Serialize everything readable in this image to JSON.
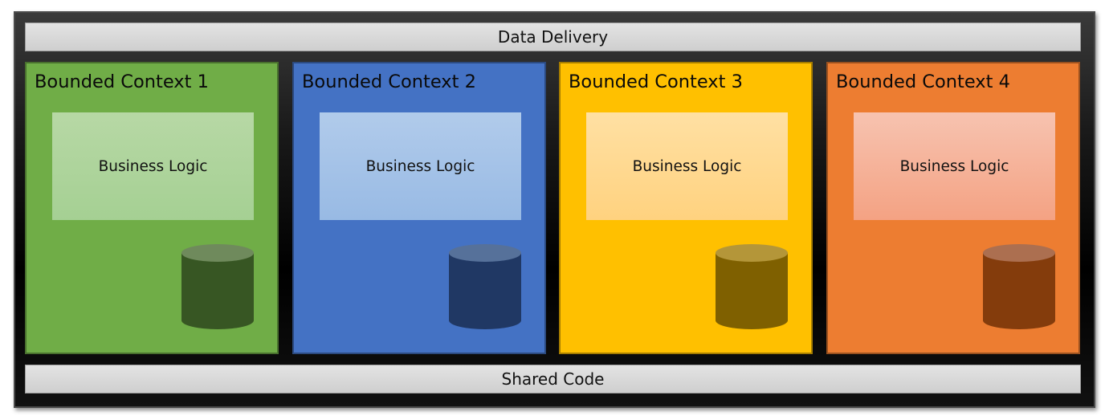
{
  "top_bar": {
    "label": "Data Delivery"
  },
  "bottom_bar": {
    "label": "Shared Code"
  },
  "contexts": [
    {
      "title": "Bounded Context 1",
      "logic_label": "Business Logic",
      "colors": {
        "fill": "#70ad47",
        "logic_top": "#b7d8a5",
        "logic_bottom": "#a5d093",
        "db_body": "#375623",
        "db_top": "#6f8a5c"
      }
    },
    {
      "title": "Bounded Context 2",
      "logic_label": "Business Logic",
      "colors": {
        "fill": "#4472c4",
        "logic_top": "#b1cbeb",
        "logic_bottom": "#98bae4",
        "db_body": "#203864",
        "db_top": "#56719a"
      }
    },
    {
      "title": "Bounded Context 3",
      "logic_label": "Business Logic",
      "colors": {
        "fill": "#ffc000",
        "logic_top": "#ffe0a3",
        "logic_bottom": "#ffd27f",
        "db_body": "#7f6000",
        "db_top": "#b49639"
      }
    },
    {
      "title": "Bounded Context 4",
      "logic_label": "Business Logic",
      "colors": {
        "fill": "#ed7d31",
        "logic_top": "#f7c3b0",
        "logic_bottom": "#f4a283",
        "db_body": "#843c0c",
        "db_top": "#ac6f50"
      }
    }
  ]
}
